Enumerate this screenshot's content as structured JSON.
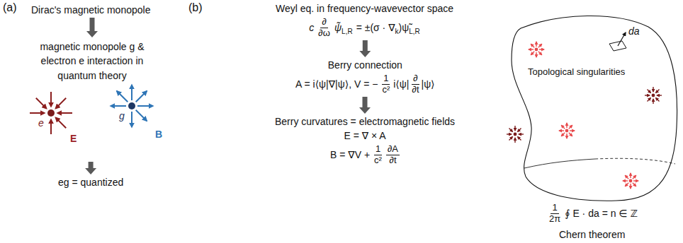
{
  "diagram": {
    "nodes": [
      {
        "text": [
          "Dirac's magnetic monopole"
        ]
      },
      {
        "text": [
          "magnetic monopole g & electron e interaction in quantum theory"
        ]
      },
      {
        "text": [
          "eg = quantized"
        ]
      },
      {
        "text": [
          "Weyl eq. in frequency-wavevector space",
          "c",
          "∂",
          "∂ω",
          "ψ̃",
          "L,R",
          "= ±(σ · ∇",
          "k",
          ")ψ̃",
          "L,R"
        ]
      },
      {
        "text": [
          "Berry connection",
          "A = i⟨ψ|∇|ψ⟩, V = −",
          "1",
          "c²",
          "i⟨ψ|",
          "∂",
          "∂t",
          "|ψ⟩"
        ]
      },
      {
        "text": [
          "Berry curvatures = electromagnetic fields",
          "E = ∇ × A",
          "B = ∇V +",
          "1",
          "c²",
          "∂A",
          "∂t"
        ]
      },
      {
        "text": [
          "Topological singularities"
        ]
      }
    ],
    "edges": [
      {
        "from": 0,
        "to": 1,
        "arrow": "to"
      },
      {
        "from": 1,
        "to": 2,
        "arrow": "to"
      },
      {
        "from": 3,
        "to": 4,
        "arrow": "to"
      },
      {
        "from": 4,
        "to": 5,
        "arrow": "to"
      }
    ],
    "labels": [
      "(a)",
      "e",
      "E",
      "g",
      "B",
      "(b)",
      "da",
      "1",
      "2π",
      "∮ E · da = n ∈ ℤ",
      "Chern theorem"
    ]
  }
}
